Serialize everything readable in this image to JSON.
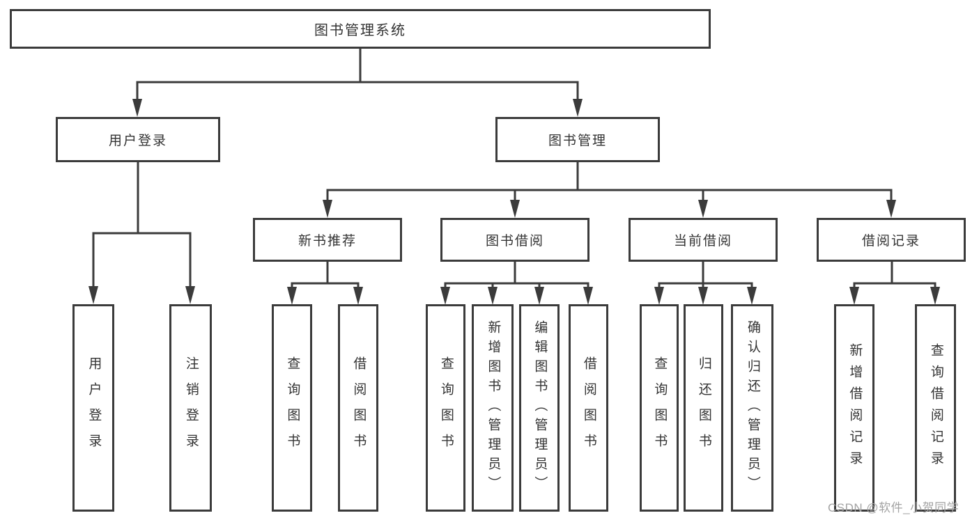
{
  "diagram": {
    "root": {
      "label": "图书管理系统"
    },
    "level2": [
      {
        "label": "用户登录"
      },
      {
        "label": "图书管理"
      }
    ],
    "level3": [
      {
        "label": "新书推荐"
      },
      {
        "label": "图书借阅"
      },
      {
        "label": "当前借阅"
      },
      {
        "label": "借阅记录"
      }
    ],
    "leaves": {
      "login": [
        "用户登录",
        "注销登录"
      ],
      "recommend": [
        "查询图书",
        "借阅图书"
      ],
      "borrow": [
        "查询图书",
        "新增图书（管理员）",
        "编辑图书（管理员）",
        "借阅图书"
      ],
      "current": [
        "查询图书",
        "归还图书",
        "确认归还（管理员）"
      ],
      "records": [
        "新增借阅记录",
        "查询借阅记录"
      ]
    },
    "colors": {
      "line": "#3b3b3b",
      "text": "#333333",
      "box_background": "#ffffff",
      "watermark": "#a3a3a3"
    }
  },
  "watermark": {
    "text": "CSDN @软件_小贺同学"
  }
}
